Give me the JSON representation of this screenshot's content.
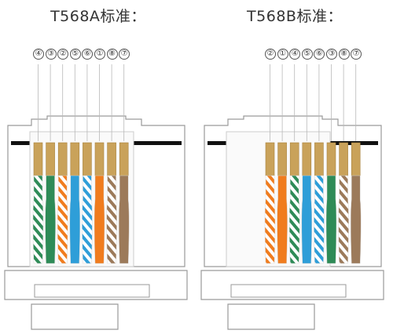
{
  "standards": [
    {
      "title": "T568A标准：",
      "pins": [
        "④",
        "③",
        "②",
        "⑤",
        "⑥",
        "①",
        "⑧",
        "⑦"
      ],
      "wires": [
        {
          "base": "#ffffff",
          "stripe": "#2e8b57"
        },
        {
          "base": "#2e8b57",
          "stripe": null
        },
        {
          "base": "#ffffff",
          "stripe": "#f07c1e"
        },
        {
          "base": "#2e9ed8",
          "stripe": null
        },
        {
          "base": "#ffffff",
          "stripe": "#2e9ed8"
        },
        {
          "base": "#f07c1e",
          "stripe": null
        },
        {
          "base": "#ffffff",
          "stripe": "#9c7a5a"
        },
        {
          "base": "#9c7a5a",
          "stripe": null
        }
      ]
    },
    {
      "title": "T568B标准：",
      "pins": [
        "②",
        "①",
        "④",
        "⑤",
        "⑥",
        "③",
        "⑧",
        "⑦"
      ],
      "wires": [
        {
          "base": "#ffffff",
          "stripe": "#f07c1e"
        },
        {
          "base": "#f07c1e",
          "stripe": null
        },
        {
          "base": "#ffffff",
          "stripe": "#2e8b57"
        },
        {
          "base": "#2e9ed8",
          "stripe": null
        },
        {
          "base": "#ffffff",
          "stripe": "#2e9ed8"
        },
        {
          "base": "#2e8b57",
          "stripe": null
        },
        {
          "base": "#ffffff",
          "stripe": "#9c7a5a"
        },
        {
          "base": "#9c7a5a",
          "stripe": null
        }
      ]
    }
  ],
  "colors": {
    "contact_gold": "#c9a25a",
    "outline": "#9a9a9a",
    "black_bar": "#111111"
  }
}
